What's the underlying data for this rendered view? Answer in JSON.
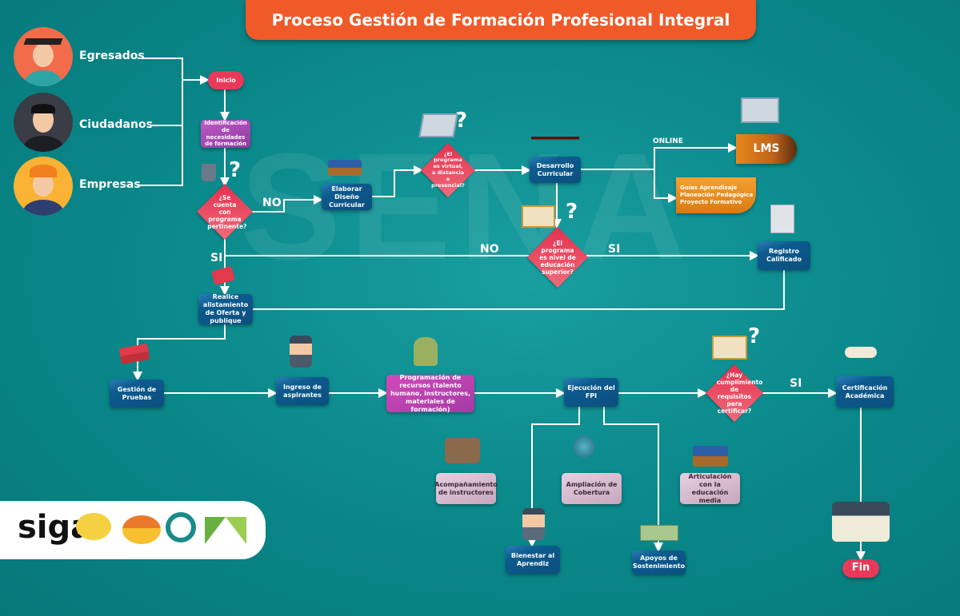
{
  "title": "Proceso Gestión de Formación Profesional Integral",
  "watermark": "SENA",
  "actors": [
    "Egresados",
    "Ciudadanos",
    "Empresas"
  ],
  "nodes": {
    "inicio": "Inicio",
    "identificacion": "Identificación de necesidades de formación",
    "d_pertinente": "¿Se cuenta con programa pertinente?",
    "elaborar": "Elaborar Diseño Curricular",
    "d_virtual": "¿El programa es virtual, a distancia o presencial?",
    "desarrollo": "Desarrollo Curricular",
    "lms": "LMS",
    "guias": [
      "Guías Aprendizaje",
      "Planeación Pedagógica",
      "Proyecto Formativo"
    ],
    "d_superior": "¿El programa es nivel de educación superior?",
    "registro": "Registro Calificado",
    "realice": "Realice alistamiento de Oferta y publique",
    "gestion": "Gestión de Pruebas",
    "ingreso": "Ingreso de aspirantes",
    "programacion": "Programación de recursos (talento humano, instructores, materiales de formación)",
    "ejecucion": "Ejecución del FPI",
    "d_cumplimiento": "¿Hay cumplimiento de requisitos para certificar?",
    "certificacion": "Certificación Académica",
    "fin": "Fin",
    "acompanamiento": "Acompañamiento de instructores",
    "ampliacion": "Ampliación de Cobertura",
    "articulacion": "Articulación con la educación media",
    "bienestar": "Bienestar al Aprendiz",
    "apoyos": "Apoyos de Sostenimiento"
  },
  "edge_labels": {
    "no1": "NO",
    "si1": "SI",
    "online": "ONLINE",
    "no2": "NO",
    "si2": "SI",
    "si3": "SI"
  },
  "question_mark": "?",
  "logo": {
    "text": "siga",
    "icons": [
      "medal-icon",
      "helmet-icon",
      "magnifier-icon",
      "origami-bird-icon"
    ]
  },
  "colors": {
    "title": "#f05a28",
    "decision": "#e5304f",
    "process": "#0d5a8e",
    "start_end": "#e8395a",
    "lms": "#d97a10",
    "background": "#0b8a8c"
  }
}
